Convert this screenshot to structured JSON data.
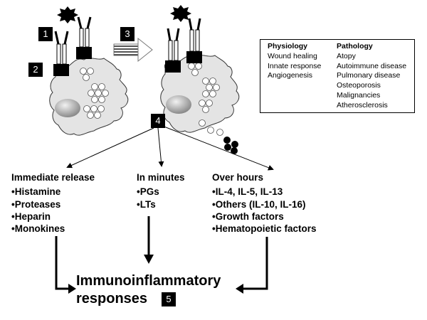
{
  "steps": {
    "s1": "1",
    "s2": "2",
    "s3": "3",
    "s4": "4",
    "s5": "5"
  },
  "conditions": {
    "physiology": {
      "title": "Physiology",
      "items": [
        "Wound healing",
        "Innate response",
        "Angiogenesis"
      ]
    },
    "pathology": {
      "title": "Pathology",
      "items": [
        "Atopy",
        "Autoimmune disease",
        "Pulmonary disease",
        "Osteoporosis",
        "Malignancies",
        "Atherosclerosis"
      ]
    }
  },
  "release": {
    "immediate": {
      "title": "Immediate release",
      "items": [
        "•Histamine",
        "•Proteases",
        "•Heparin",
        "•Monokines"
      ]
    },
    "minutes": {
      "title": "In minutes",
      "items": [
        "•PGs",
        "•LTs"
      ]
    },
    "hours": {
      "title": "Over hours",
      "items": [
        "•IL-4, IL-5, IL-13",
        "•Others (IL-10, IL-16)",
        "•Growth factors",
        "•Hematopoietic factors"
      ]
    }
  },
  "outcome": {
    "line1": "Immunoinflammatory",
    "line2": "responses"
  },
  "colors": {
    "cell_fill": "#e4e4e4",
    "nucleus": "#9a9a9a",
    "badge": "#000000"
  },
  "icons": [
    "starburst-icon",
    "ige-receptor-icon",
    "granule-icon",
    "striped-arrow-icon"
  ]
}
